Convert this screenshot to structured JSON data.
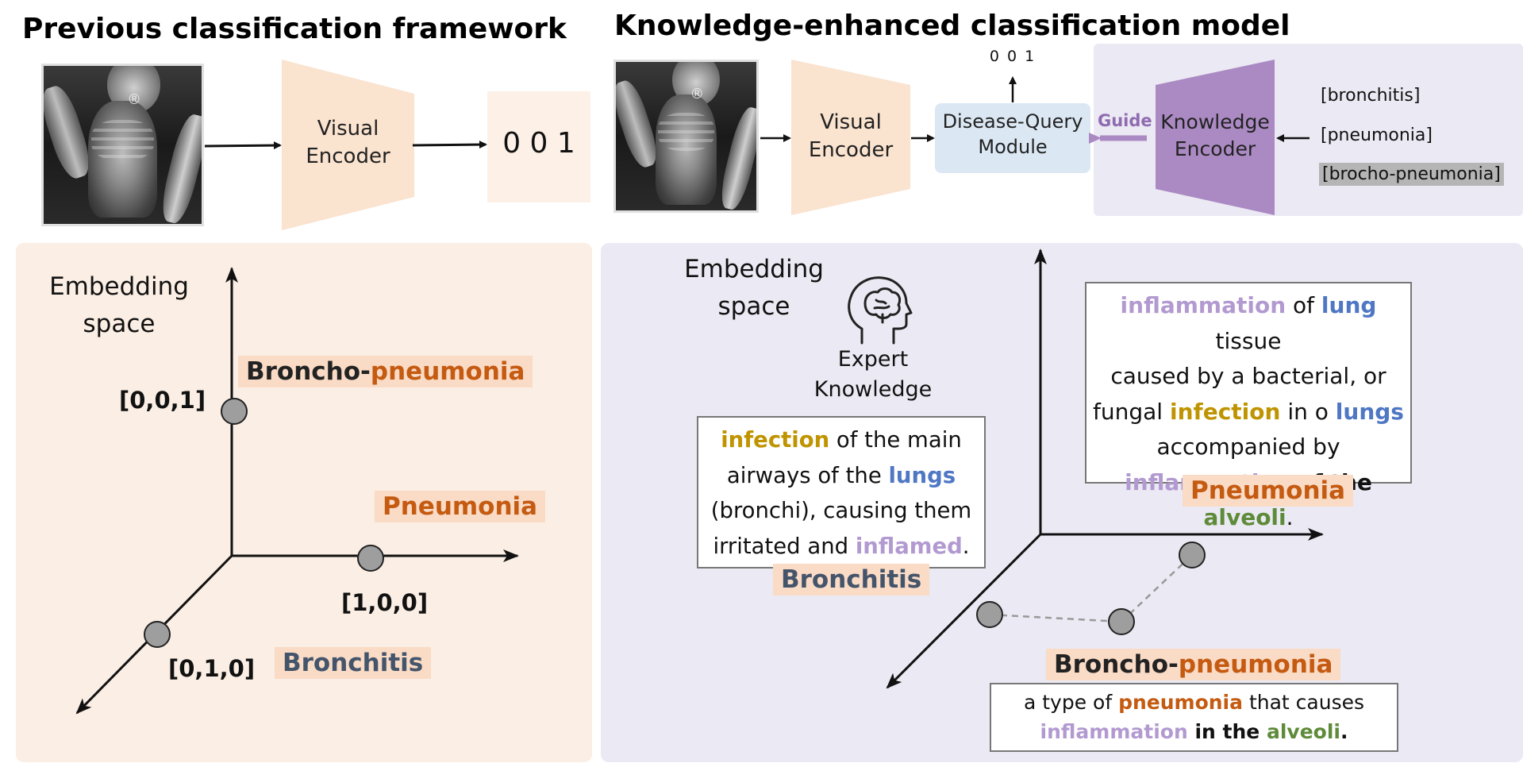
{
  "left_panel": {
    "title": "Previous classification framework",
    "encoder_label_line1": "Visual",
    "encoder_label_line2": "Encoder",
    "output": "0 0 1",
    "embedding_line1": "Embedding",
    "embedding_line2": "space",
    "labels": {
      "broncho_a": "Broncho-",
      "broncho_b": "pneumonia",
      "pneumonia": "Pneumonia",
      "bronchitis": "Bronchitis"
    },
    "vectors": {
      "v001": "[0,0,1]",
      "v100": "[1,0,0]",
      "v010": "[0,1,0]"
    }
  },
  "right_panel": {
    "title": "Knowledge-enhanced classification model",
    "encoder_label_line1": "Visual",
    "encoder_label_line2": "Encoder",
    "dq_line1": "Disease-Query",
    "dq_line2": "Module",
    "dq_output": "0 0 1",
    "guide": "Guide",
    "ke_line1": "Knowledge",
    "ke_line2": "Encoder",
    "terms": [
      "[bronchitis]",
      "[pneumonia]",
      "[brocho-pneumonia]"
    ],
    "embedding_line1": "Embedding",
    "embedding_line2": "space",
    "expert_line1": "Expert",
    "expert_line2": "Knowledge",
    "icon": "head-brain-icon",
    "bronchitis_desc": {
      "w1": "infection",
      "t1": " of the main",
      "t2": "airways of the ",
      "w2": "lungs",
      "t3": "(bronchi), causing them",
      "t4": "irritated and ",
      "w3": "inflamed",
      "t5": ".",
      "label": "Bronchitis"
    },
    "pneumonia_desc": {
      "w1": "inflammation",
      "t1": " of ",
      "w2": "lung",
      "t2": " tissue",
      "t3": "caused by a  bacterial, or",
      "t4": "fungal ",
      "w3": "infection",
      "t5": " in o ",
      "w4": "lungs",
      "t6": "accompanied by",
      "w5": "inflammation",
      "t7": " of the ",
      "w6": "alveoli",
      "t8": ".",
      "label": "Pneumonia"
    },
    "broncho_desc": {
      "label_a": "Broncho-",
      "label_b": "pneumonia",
      "t1": "a type  of ",
      "w1": "pneumonia",
      "t2": " that causes",
      "w2": "inflammation",
      "t3": " in the ",
      "w3": "alveoli",
      "t4": "."
    }
  },
  "colors": {
    "encoder": "#fae3cf",
    "knowledge_encoder": "#ab8ac4",
    "dq_module": "#dbe8f4",
    "panel_left": "#fbeee4",
    "panel_right": "#ebe9f3",
    "label_bg": "#f9dbc6",
    "inflammation": "#b29ad1",
    "lung": "#4f77c4",
    "infection": "#bf9400",
    "alveoli": "#5e8b3a",
    "pneumonia": "#c55a11",
    "bronchitis": "#44546a"
  }
}
